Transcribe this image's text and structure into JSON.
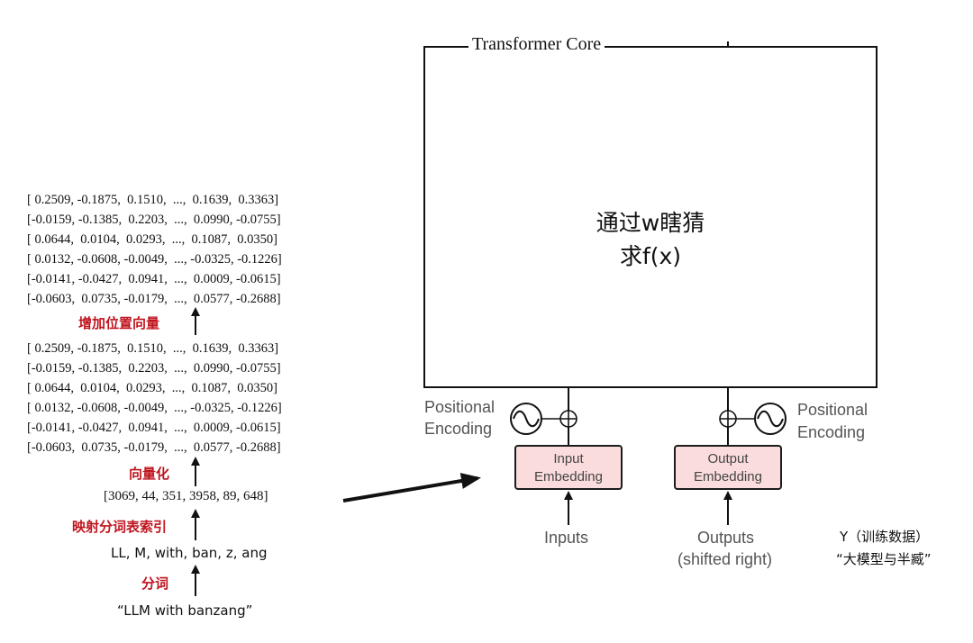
{
  "left_pipeline": {
    "raw_text": "“LLM with banzang”",
    "tokenize_label": "分词",
    "tokens": "LL, M, with, ban, z, ang",
    "index_label": "映射分词表索引",
    "ids": "[3069, 44, 351, 3958, 89, 648]",
    "vectorize_label": "向量化",
    "matrix_rows": [
      "[ 0.2509, -0.1875,  0.1510,  ...,  0.1639,  0.3363]",
      "[-0.0159, -0.1385,  0.2203,  ...,  0.0990, -0.0755]",
      "[ 0.0644,  0.0104,  0.0293,  ...,  0.1087,  0.0350]",
      "[ 0.0132, -0.0608, -0.0049,  ..., -0.0325, -0.1226]",
      "[-0.0141, -0.0427,  0.0941,  ...,  0.0009, -0.0615]",
      "[-0.0603,  0.0735, -0.0179,  ...,  0.0577, -0.2688]"
    ],
    "add_position_label": "增加位置向量",
    "position_matrix_rows": [
      "[ 0.2509, -0.1875,  0.1510,  ...,  0.1639,  0.3363]",
      "[-0.0159, -0.1385,  0.2203,  ...,  0.0990, -0.0755]",
      "[ 0.0644,  0.0104,  0.0293,  ...,  0.1087,  0.0350]",
      "[ 0.0132, -0.0608, -0.0049,  ..., -0.0325, -0.1226]",
      "[-0.0141, -0.0427,  0.0941,  ...,  0.0009, -0.0615]",
      "[-0.0603,  0.0735, -0.0179,  ...,  0.0577, -0.2688]"
    ]
  },
  "transformer": {
    "title": "Transformer Core",
    "line1": "通过w瞎猜",
    "line2": "求f(x)",
    "left_encoding": [
      "Positional",
      "Encoding"
    ],
    "right_encoding": [
      "Positional",
      "Encoding"
    ],
    "input_embedding": [
      "Input",
      "Embedding"
    ],
    "output_embedding": [
      "Output",
      "Embedding"
    ],
    "inputs_label": "Inputs",
    "outputs_label": [
      "Outputs",
      "(shifted right)"
    ]
  },
  "training": {
    "label": "Y（训练数据）",
    "example": "“大模型与半臧”"
  },
  "colors": {
    "label_red": "#c0141e",
    "embedding_fill": "#fbdcdc"
  }
}
